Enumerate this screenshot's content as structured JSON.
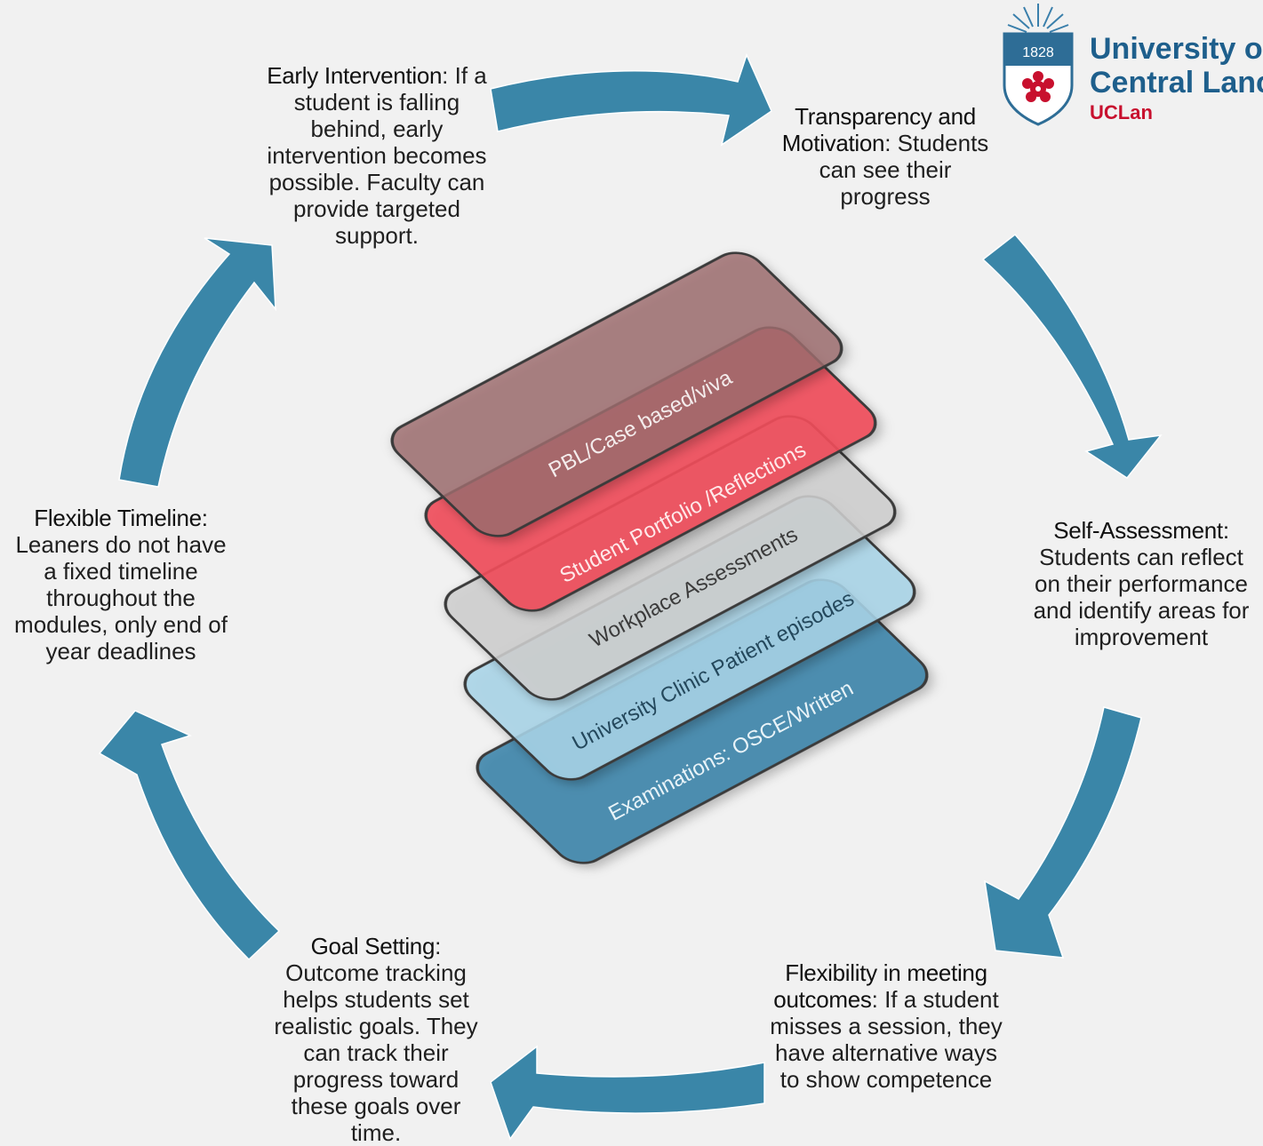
{
  "logo": {
    "year": "1828",
    "line1": "University of",
    "line2": "Central Lancashire",
    "short": "UCLan"
  },
  "colors": {
    "arrow": "#3a86a8",
    "background": "#f1f1f1",
    "logo_blue": "#1e5f8c",
    "logo_red": "#c8102e"
  },
  "cycle": [
    {
      "id": "early-intervention",
      "heading": "Early Intervention",
      "separator": ":",
      "body": " If a student is falling behind, early intervention becomes possible. Faculty can provide targeted support."
    },
    {
      "id": "transparency",
      "heading": "Transparency and Motivation",
      "separator": ":",
      "body": " Students can see their progress"
    },
    {
      "id": "self-assessment",
      "heading": "Self-Assessment:",
      "separator": "",
      "body": " Students can reflect on their performance and identify areas for improvement"
    },
    {
      "id": "flexibility",
      "heading": "Flexibility in meeting outcomes",
      "separator": ":",
      "body": " If a student misses a session, they have alternative ways to show competence"
    },
    {
      "id": "goal-setting",
      "heading": "Goal Setting",
      "separator": ":",
      "body": " Outcome tracking helps students set realistic goals. They can track their progress toward these goals over time."
    },
    {
      "id": "flexible-timeline",
      "heading": "Flexible Timeline:",
      "separator": "",
      "body": " Leaners do not have a fixed timeline throughout the modules, only end of year deadlines"
    }
  ],
  "layers": [
    {
      "label": "PBL/Case based/viva",
      "fill": "#9d6d6f",
      "text_color": "#f4ecec"
    },
    {
      "label": "Student Portfolio /Reflections",
      "fill": "#f14d5b",
      "text_color": "#ffe9ea"
    },
    {
      "label": "Workplace Assessments",
      "fill": "#cfcfcf",
      "text_color": "#3b3b3b"
    },
    {
      "label": "University Clinic Patient episodes",
      "fill": "#a9d5e9",
      "text_color": "#24485c"
    },
    {
      "label": "Examinations: OSCE/Written",
      "fill": "#3983aa",
      "text_color": "#e8f3f8"
    }
  ]
}
